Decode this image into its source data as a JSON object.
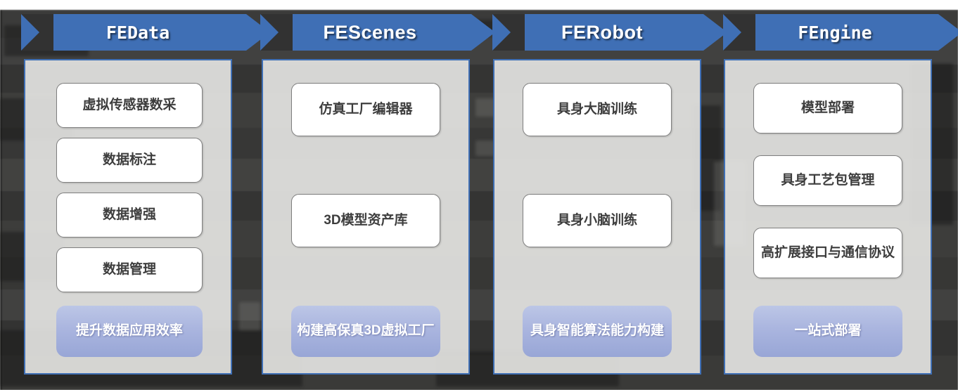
{
  "diagram": {
    "type": "four-stage-pipeline",
    "accent_color": "#3f6fb5",
    "highlight_color": "#aab5df",
    "card_color": "#ffffff",
    "panel_color": "#e8e8e6",
    "columns": [
      {
        "banner": "FEData",
        "banner_font": "mono",
        "items": [
          "虚拟传感器数采",
          "数据标注",
          "数据增强",
          "数据管理"
        ],
        "outcome": "提升数据应用效率"
      },
      {
        "banner": "FEScenes",
        "banner_font": "sans",
        "items": [
          "仿真工厂编辑器",
          "3D模型资产库"
        ],
        "outcome": "构建高保真3D虚拟工厂"
      },
      {
        "banner": "FERobot",
        "banner_font": "sans",
        "items": [
          "具身大脑训练",
          "具身小脑训练"
        ],
        "outcome": "具身智能算法能力构建"
      },
      {
        "banner": "FEngine",
        "banner_font": "mono",
        "items": [
          "模型部署",
          "具身工艺包管理",
          "高扩展接口与通信协议"
        ],
        "outcome": "一站式部署"
      }
    ]
  }
}
